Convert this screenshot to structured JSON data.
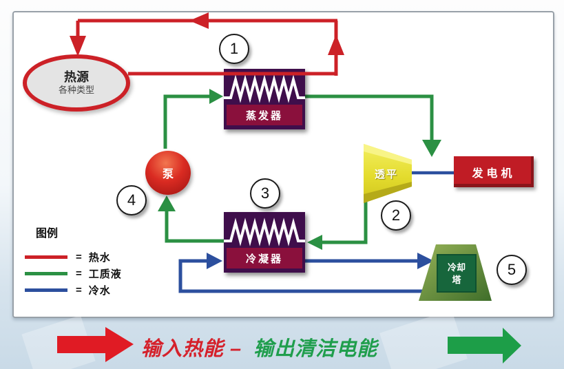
{
  "diagram": {
    "heat_source": {
      "title": "热源",
      "subtitle": "各种类型"
    },
    "components": {
      "evaporator": {
        "label": "蒸发器",
        "number": "1"
      },
      "turbine": {
        "label": "透平",
        "number": "2"
      },
      "condenser": {
        "label": "冷凝器",
        "number": "3"
      },
      "pump": {
        "label": "泵",
        "number": "4"
      },
      "cooling_tower": {
        "label_line1": "冷却",
        "label_line2": "塔",
        "number": "5"
      },
      "generator": {
        "label": "发电机"
      }
    },
    "legend": {
      "title": "图例",
      "items": [
        {
          "color": "#cc2127",
          "eq": "=",
          "label": "热水"
        },
        {
          "color": "#2b9043",
          "eq": "=",
          "label": "工质液"
        },
        {
          "color": "#2c4f9e",
          "eq": "=",
          "label": "冷水"
        }
      ]
    },
    "banner": {
      "input_text": "输入热能 –",
      "output_text": "输出清洁电能"
    },
    "colors": {
      "hot_water": "#cc2127",
      "working_fluid": "#2b9043",
      "cold_water": "#2c4f9e",
      "exchanger_body": "#3f0e4b",
      "exchanger_strip": "#8a103c",
      "generator_red": "#c01c25",
      "turbine_yellow": "#e8df3a",
      "tower_green": "#17663c",
      "banner_red": "#e01b24",
      "banner_green": "#1d9e48"
    }
  }
}
